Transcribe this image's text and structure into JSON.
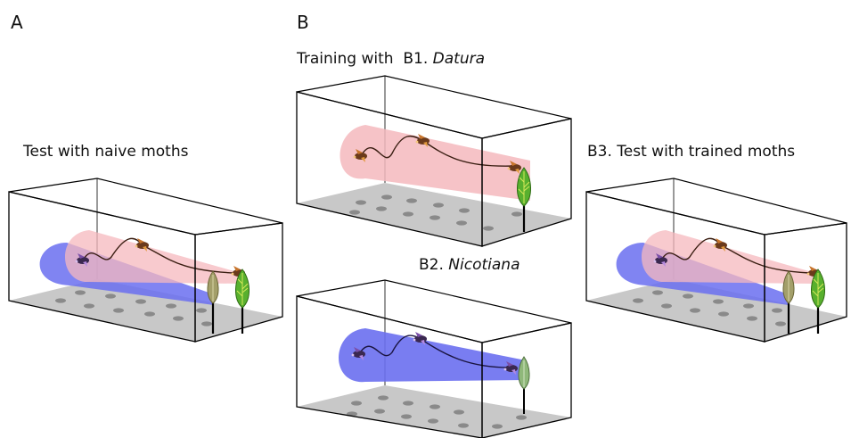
{
  "labels": {
    "panel_a": "A",
    "panel_b": "B",
    "test_naive": "Test with naive moths",
    "training_with": "Training with",
    "b1_prefix": "B1.",
    "b1_species": "Datura",
    "b2_prefix": "B2.",
    "b2_species": "Nicotiana",
    "b3_test": "B3. Test with trained moths"
  },
  "colors": {
    "pink_plume": "#f5b8bd",
    "blue_plume": "#6a6ff0",
    "floor": "#c8c8c8",
    "floor_spot": "#8a8a8a",
    "leaf_green": "#58b02e",
    "leaf_olive": "#a39f6a",
    "moth": "#6b3a1c"
  }
}
